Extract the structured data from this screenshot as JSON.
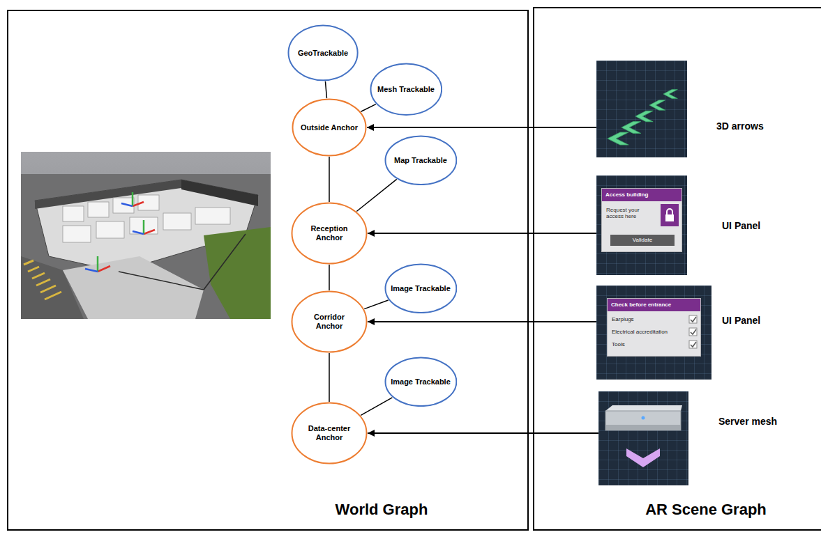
{
  "diagram": {
    "nodes": [
      {
        "text": [
          "World Graph"
        ]
      },
      {
        "text": [
          "GeoTrackable"
        ],
        "in": 0
      },
      {
        "text": [
          "Mesh Trackable"
        ],
        "in": 0
      },
      {
        "text": [
          "Outside Anchor"
        ],
        "in": 0
      },
      {
        "text": [
          "Map Trackable"
        ],
        "in": 0
      },
      {
        "text": [
          "Reception Anchor"
        ],
        "in": 0
      },
      {
        "text": [
          "Image Trackable"
        ],
        "in": 0
      },
      {
        "text": [
          "Corridor Anchor"
        ],
        "in": 0
      },
      {
        "text": [
          "Image Trackable"
        ],
        "in": 0
      },
      {
        "text": [
          "Data-center Anchor"
        ],
        "in": 0
      },
      {
        "text": [
          "AR Scene Graph"
        ]
      },
      {
        "text": [
          "3D arrows"
        ],
        "in": 10
      },
      {
        "text": [
          "UI Panel"
        ],
        "in": 10
      },
      {
        "text": [
          "Access building",
          "Request your access here",
          "Validate"
        ],
        "in": 12
      },
      {
        "text": [
          "UI Panel"
        ],
        "in": 10
      },
      {
        "text": [
          "Check before entrance",
          "Earplugs",
          "Electrical accreditation",
          "Tools"
        ],
        "in": 14
      },
      {
        "text": [
          "Server mesh"
        ],
        "in": 10
      }
    ],
    "edges": [
      {
        "from": 1,
        "to": 3,
        "arrow": "none"
      },
      {
        "from": 2,
        "to": 3,
        "arrow": "none"
      },
      {
        "from": 3,
        "to": 5,
        "arrow": "none"
      },
      {
        "from": 4,
        "to": 5,
        "arrow": "none"
      },
      {
        "from": 5,
        "to": 7,
        "arrow": "none"
      },
      {
        "from": 6,
        "to": 7,
        "arrow": "none"
      },
      {
        "from": 7,
        "to": 9,
        "arrow": "none"
      },
      {
        "from": 8,
        "to": 9,
        "arrow": "none"
      },
      {
        "from": 11,
        "to": 3,
        "arrow": "to"
      },
      {
        "from": 12,
        "to": 5,
        "arrow": "to"
      },
      {
        "from": 14,
        "to": 7,
        "arrow": "to"
      },
      {
        "from": 16,
        "to": 9,
        "arrow": "to"
      }
    ]
  }
}
